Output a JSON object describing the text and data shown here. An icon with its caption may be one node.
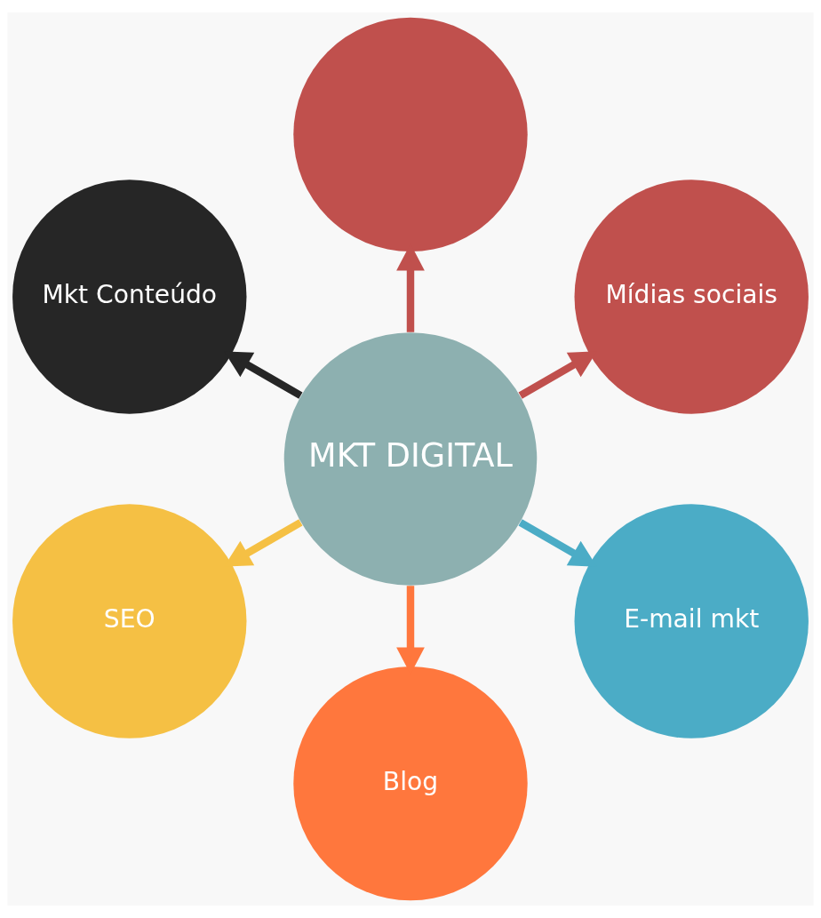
{
  "diagram": {
    "nodes": [
      {
        "text": [
          "Mídias sociais"
        ]
      },
      {
        "text": [],
        "shape": "circle"
      },
      {
        "text": [
          "Mkt Conteúdo"
        ]
      },
      {
        "text": [
          "MKT DIGITAL"
        ]
      },
      {
        "text": [
          "SEO"
        ]
      },
      {
        "text": [
          "Blog"
        ]
      },
      {
        "text": [
          "E-mail mkt"
        ]
      }
    ],
    "edges": [
      {
        "from": 3,
        "to": 0,
        "arrow": "to",
        "color": "#c0504d"
      },
      {
        "from": 3,
        "to": 2,
        "arrow": "to",
        "color": "#262626"
      },
      {
        "from": 3,
        "to": 5,
        "arrow": "to",
        "color": "#ff773d"
      },
      {
        "from": 3,
        "to": 6,
        "arrow": "to",
        "color": "#4bacc6"
      },
      {
        "from": 3,
        "to": 4,
        "arrow": "to",
        "color": "#f5c044"
      },
      {
        "from": 3,
        "to": 1,
        "arrow": "to",
        "color": "#c0504d"
      }
    ]
  }
}
